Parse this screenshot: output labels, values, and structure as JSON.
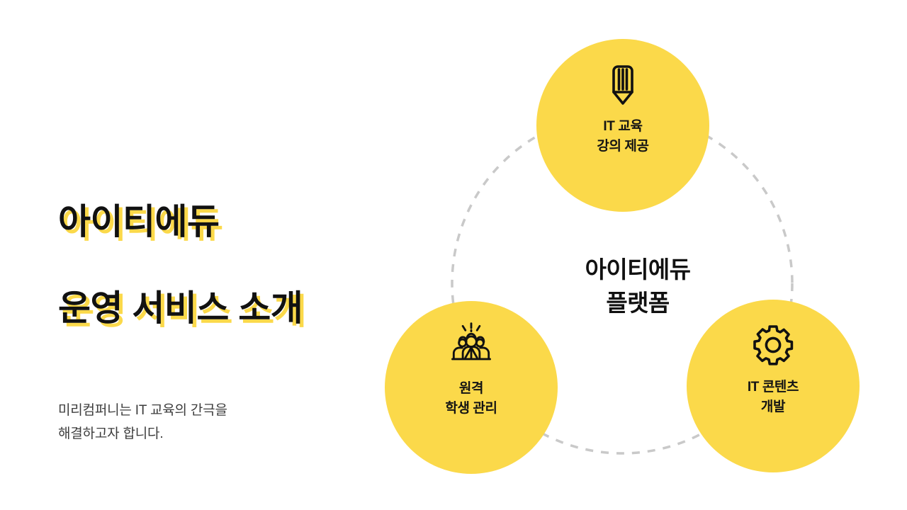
{
  "slide": {
    "background_color": "#ffffff",
    "accent_color": "#fbd94a",
    "text_color": "#111111",
    "dashed_line_color": "#c9c9c9"
  },
  "left": {
    "headline_line_1": "아이티에듀",
    "headline_line_2": "운영 서비스 소개",
    "subtitle_line_1": "미리컴퍼니는 IT 교육의 간극을",
    "subtitle_line_2": "해결하고자 합니다."
  },
  "diagram": {
    "center_label_line_1": "아이티에듀",
    "center_label_line_2": "플랫폼",
    "nodes": [
      {
        "id": "it-education",
        "icon": "pencil-icon",
        "label_line_1": "IT 교육",
        "label_line_2": "강의 제공"
      },
      {
        "id": "remote-student-management",
        "icon": "people-group-icon",
        "label_line_1": "원격",
        "label_line_2": "학생 관리"
      },
      {
        "id": "it-content-development",
        "icon": "gear-icon",
        "label_line_1": "IT 콘텐츠",
        "label_line_2": "개발"
      }
    ]
  }
}
